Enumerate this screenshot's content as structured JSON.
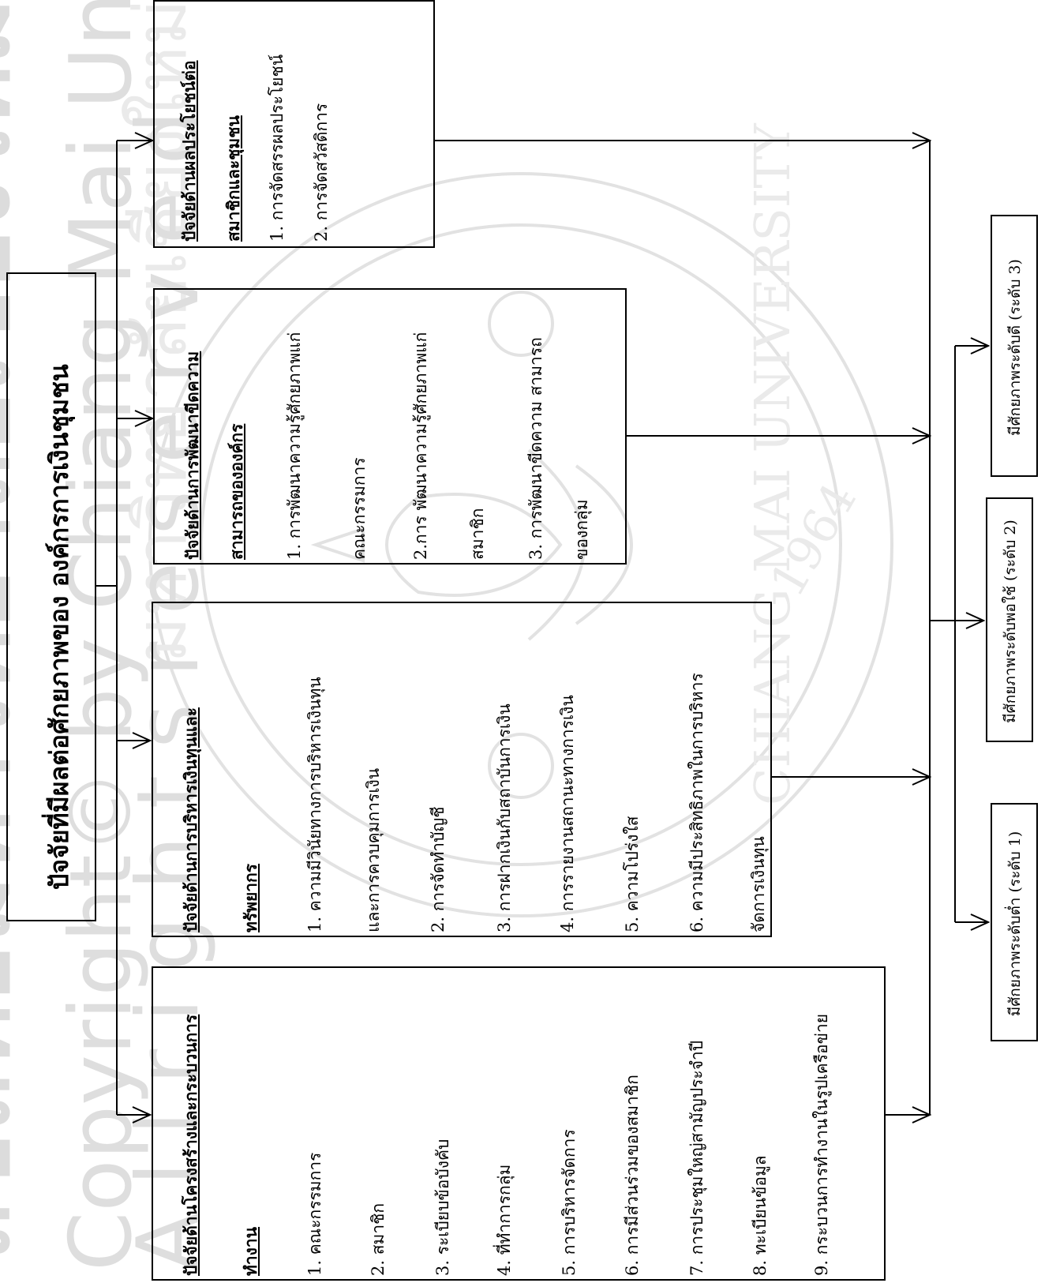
{
  "title": "ปัจจัยที่มีผลต่อศักยภาพของ องค์กรการเงินชุมชน",
  "factor_boxes": [
    {
      "heading_lines": [
        "ปัจจัยด้านโครงสร้างและกระบวนการ",
        "ทำงาน"
      ],
      "items": [
        "1. คณะกรรมการ",
        "2. สมาชิก",
        "3. ระเบียบข้อบังคับ",
        "4. ที่ทำการกลุ่ม",
        "5. การบริหารจัดการ",
        "6. การมีส่วนร่วมของสมาชิก",
        "7. การประชุมใหญ่สามัญประจำปี",
        "8. ทะเบียนข้อมูล",
        "9. กระบวนการทำงานในรูปเครือข่าย"
      ]
    },
    {
      "heading_lines": [
        "ปัจจัยด้านการบริหารเงินทุนและ",
        "ทรัพยากร"
      ],
      "items": [
        "1. ความมีวินัยทางการบริหารเงินทุน",
        "และการควบคุมการเงิน",
        "2. การจัดทำบัญชี",
        "3. การฝากเงินกับสถาบันการเงิน",
        "4. การรายงานสถานะทางการเงิน",
        "5. ความโปร่งใส",
        "6. ความมีประสิทธิภาพในการบริหาร",
        "จัดการเงินทุน"
      ]
    },
    {
      "heading_lines": [
        "ปัจจัยด้านการพัฒนาขีดความ",
        "สามารถขององค์กร"
      ],
      "items": [
        "1. การพัฒนาความรู้ศักยภาพแก่",
        "คณะกรรมการ",
        "2.การ พัฒนาความรู้ศักยภาพแก่",
        "สมาชิก",
        "3. การพัฒนาขีดความ สามารถ",
        "ของกลุ่ม"
      ]
    },
    {
      "heading_lines": [
        "ปัจจัยด้านผลประโยชน์ต่อ",
        "สมาชิกและชุมชน"
      ],
      "items": [
        "1. การจัดสรรผลประโยชน์",
        "2. การจัดสวัสดิการ"
      ]
    }
  ],
  "outcome_boxes": [
    "มีศักยภาพระดับต่ำ (ระดับ 1)",
    "มีศักยภาพระดับพอใช้ (ระดับ 2)",
    "มีศักยภาพระดับดี (ระดับ 3)"
  ],
  "watermark": {
    "thai": "ลิขสิทธิ์มหาวิทยาลัยเชียงใหม่",
    "copyright": "Copyright© by Chiang Mai University",
    "rights": "A l l r i g h t s r e s e r v e d",
    "seal_top": "มหาวิทยาลัยเชียงใหม่",
    "seal_bottom": "CHIANG MAI UNIVERSITY",
    "seal_year": "1964"
  }
}
